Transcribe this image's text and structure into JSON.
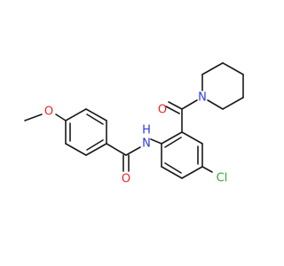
{
  "molecule": {
    "atom_labels": {
      "methoxy_o": "O",
      "amide_o": "O",
      "amide_n": "N",
      "amide_h": "H",
      "ketone_o": "O",
      "piperidine_n": "N",
      "chloro": "Cl"
    },
    "colors": {
      "bond": "#1a1a1a",
      "oxygen": "#e8262a",
      "nitrogen": "#2b3ce0",
      "chlorine": "#35a83a",
      "background": "#ffffff"
    }
  }
}
